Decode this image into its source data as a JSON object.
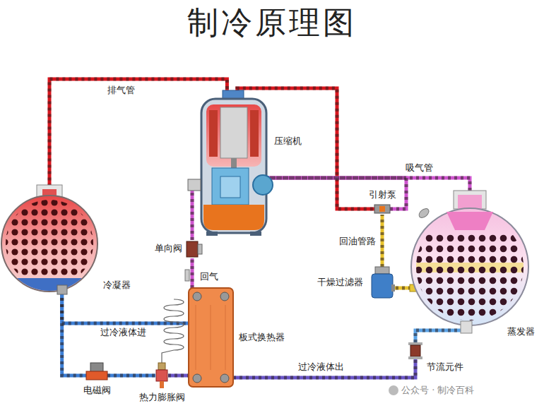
{
  "diagram": {
    "title": "制冷原理图",
    "nodes": [
      {
        "text": [
          "压缩机"
        ]
      },
      {
        "text": [
          "冷凝器"
        ]
      },
      {
        "text": [
          "蒸发器"
        ]
      },
      {
        "text": [
          "板式换热器"
        ]
      },
      {
        "text": [
          "干燥过滤器"
        ]
      },
      {
        "text": [
          "引射泵"
        ]
      },
      {
        "text": [
          "单向阀"
        ]
      },
      {
        "text": [
          "电磁阀"
        ]
      },
      {
        "text": [
          "热力膨胀阀"
        ]
      },
      {
        "text": [
          "节流元件"
        ]
      }
    ],
    "edges": [
      {
        "from": 0,
        "to": 1,
        "label": "排气管",
        "arrow": "none"
      },
      {
        "from": 0,
        "to": 5,
        "arrow": "none"
      },
      {
        "from": 2,
        "to": 0,
        "label": "吸气管",
        "arrow": "none"
      },
      {
        "from": 5,
        "to": 0,
        "arrow": "none"
      },
      {
        "from": 2,
        "to": 4,
        "arrow": "none"
      },
      {
        "from": 4,
        "to": 5,
        "label": "回油管路",
        "arrow": "none"
      },
      {
        "from": 1,
        "to": 3,
        "label": "过冷液体进",
        "arrow": "none"
      },
      {
        "from": 1,
        "to": 7,
        "arrow": "none"
      },
      {
        "from": 7,
        "to": 8,
        "arrow": "none"
      },
      {
        "from": 8,
        "to": 3,
        "arrow": "none"
      },
      {
        "from": 3,
        "to": 6,
        "label": "回气",
        "arrow": "none"
      },
      {
        "from": 6,
        "to": 0,
        "arrow": "none"
      },
      {
        "from": 3,
        "to": 9,
        "label": "过冷液体出",
        "arrow": "none"
      },
      {
        "from": 9,
        "to": 2,
        "arrow": "none"
      }
    ],
    "labels": [
      "公众号 · 制冷百科"
    ]
  }
}
